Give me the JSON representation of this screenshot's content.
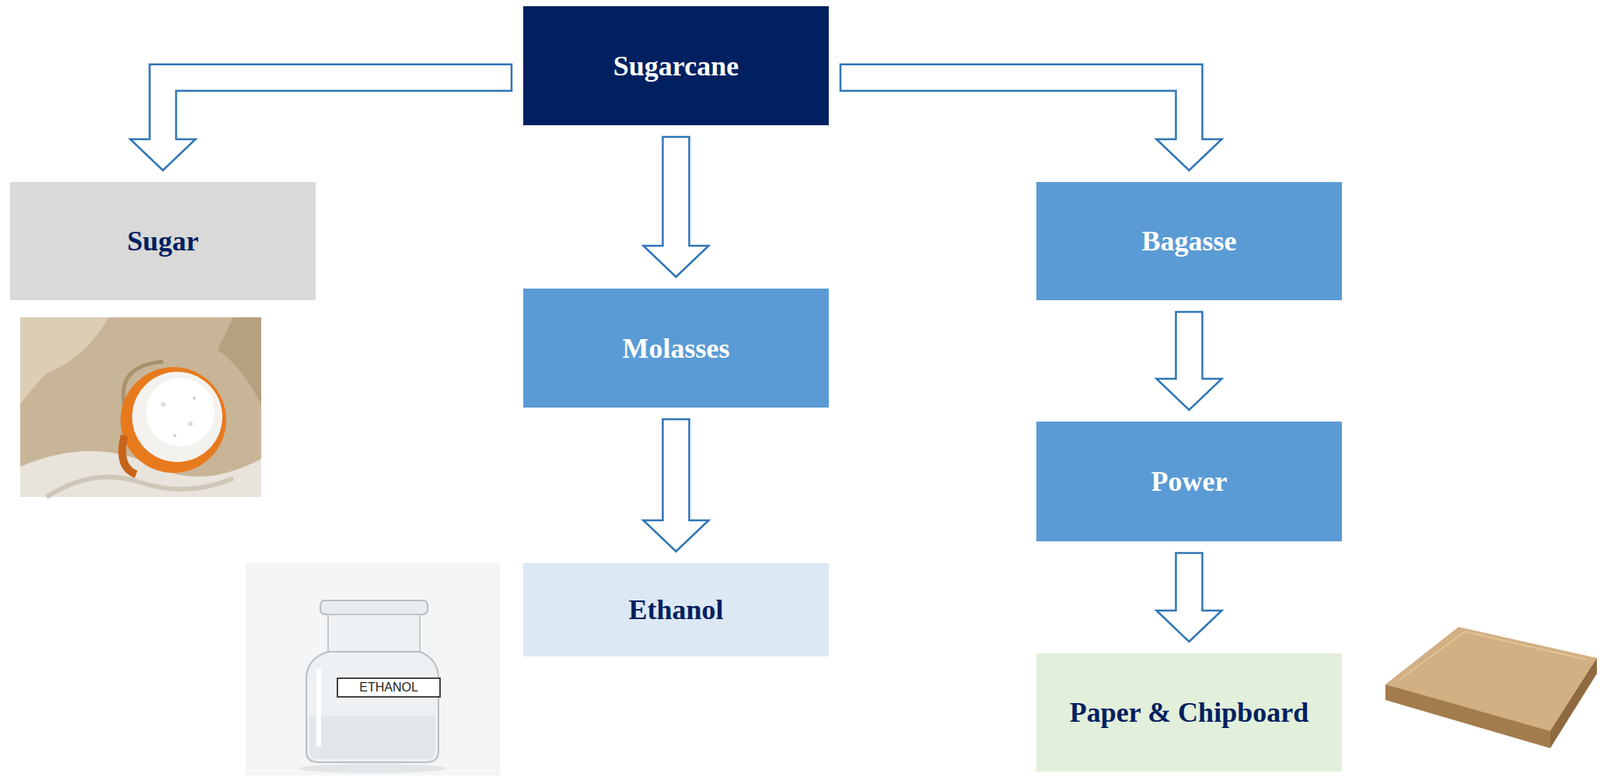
{
  "diagram": {
    "nodes": [
      {
        "text": [
          "Sugarcane"
        ]
      },
      {
        "text": [
          "Sugar"
        ]
      },
      {
        "text": [
          "Molasses"
        ]
      },
      {
        "text": [
          "Ethanol"
        ]
      },
      {
        "text": [
          "Bagasse"
        ]
      },
      {
        "text": [
          "Power"
        ]
      },
      {
        "text": [
          "Paper & Chipboard"
        ]
      }
    ],
    "edges": [
      {
        "from": 0,
        "to": 1,
        "arrow": "to"
      },
      {
        "from": 0,
        "to": 2,
        "arrow": "to"
      },
      {
        "from": 2,
        "to": 3,
        "arrow": "to"
      },
      {
        "from": 0,
        "to": 4,
        "arrow": "to"
      },
      {
        "from": 4,
        "to": 5,
        "arrow": "to"
      },
      {
        "from": 5,
        "to": 6,
        "arrow": "to"
      }
    ],
    "labels": [
      "ETHANOL"
    ]
  }
}
